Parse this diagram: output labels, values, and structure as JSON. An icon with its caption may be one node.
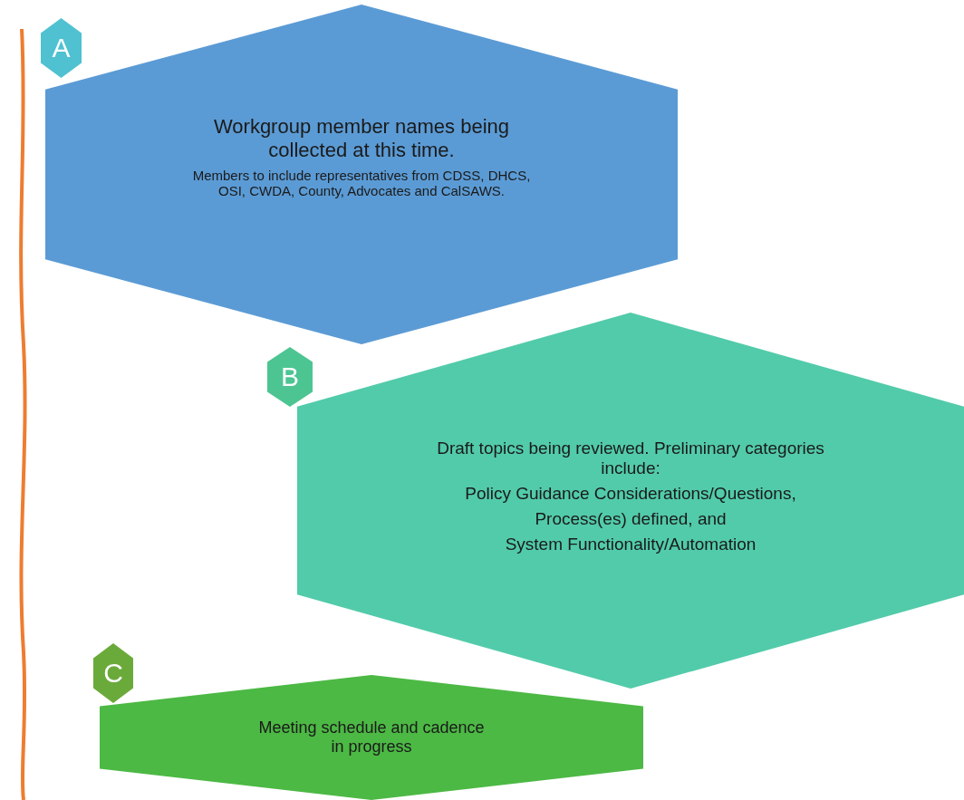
{
  "diagram": {
    "nodes": [
      {
        "text": [
          "A"
        ]
      },
      {
        "text": [
          "Workgroup member names being collected at this time.",
          "Members to include representatives from CDSS, DHCS, OSI, CWDA, County, Advocates and CalSAWS."
        ]
      },
      {
        "text": [
          "B"
        ]
      },
      {
        "text": [
          "Draft topics being reviewed. Preliminary categories include:",
          "Policy Guidance Considerations/Questions,",
          "Process(es) defined, and",
          "System Functionality/Automation"
        ]
      },
      {
        "text": [
          "C"
        ]
      },
      {
        "text": [
          "Meeting schedule and cadence in progress"
        ]
      }
    ]
  }
}
